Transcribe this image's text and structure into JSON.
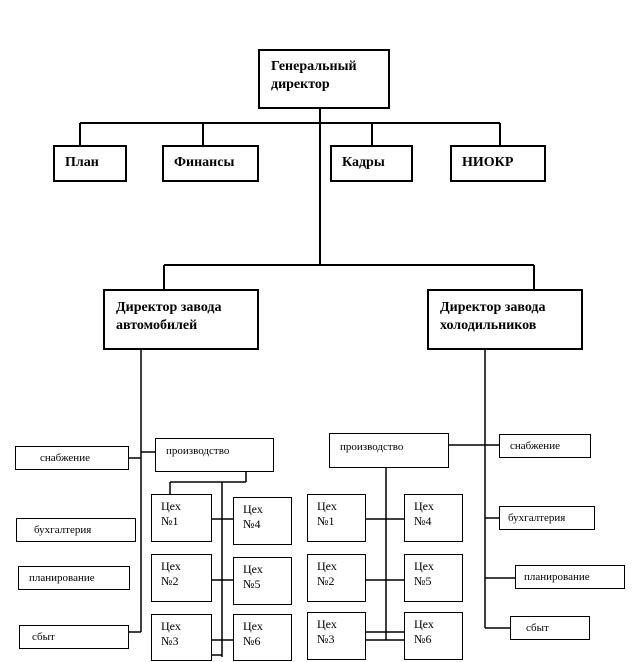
{
  "top": {
    "label": "Генеральный\nдиректор"
  },
  "departments": [
    "План",
    "Финансы",
    "Кадры",
    "НИОКР"
  ],
  "plant_left": {
    "label": "Директор завода\nавтомобилей",
    "production": "производство",
    "side_units": [
      "снабжение",
      "бухгалтерия",
      "планирование",
      "сбыт"
    ],
    "workshops": [
      "Цех\n№1",
      "Цех\n№4",
      "Цех\n№2",
      "Цех\n№5",
      "Цех\n№3",
      "Цех\n№6"
    ]
  },
  "plant_right": {
    "label": "Директор завода\nхолодильников",
    "production": "производство",
    "side_units": [
      "снабжение",
      "бухгалтерия",
      "планирование",
      "сбыт"
    ],
    "workshops": [
      "Цех\n№1",
      "Цех\n№4",
      "Цех\n№2",
      "Цех\n№5",
      "Цех\n№3",
      "Цех\n№6"
    ]
  }
}
